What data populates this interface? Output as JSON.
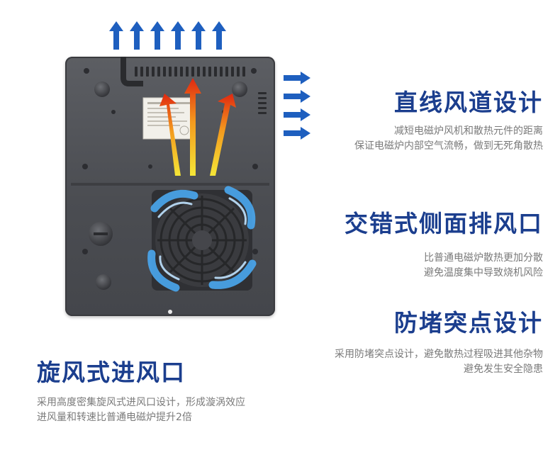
{
  "features": [
    {
      "title": "直线风道设计",
      "lines": [
        "减短电磁炉风机和散热元件的距离",
        "保证电磁炉内部空气流畅，做到无死角散热"
      ]
    },
    {
      "title": "交错式侧面排风口",
      "lines": [
        "比普通电磁炉散热更加分散",
        "避免温度集中导致烧机风险"
      ]
    },
    {
      "title": "防堵突点设计",
      "lines": [
        "采用防堵突点设计，避免散热过程吸进其他杂物",
        "避免发生安全隐患"
      ]
    },
    {
      "title": "旋风式进风口",
      "lines": [
        "采用高度密集旋风式进风口设计，形成漩涡效应",
        "进风量和转速比普通电磁炉提升2倍"
      ]
    }
  ],
  "colors": {
    "title": "#1b3e8e",
    "body_text": "#7a7a7a",
    "arrow_blue": "#1e5fbf",
    "device_body": "#4b4d52",
    "heat_arrow_top": "#e02810",
    "heat_arrow_bottom": "#f5e637",
    "airflow": "#4aa8f0"
  },
  "icons": {
    "exhaust_up": "arrow-up-icon",
    "exhaust_side": "arrow-right-icon",
    "heat_flow": "heat-flow-arrow-icon",
    "fan": "cooling-fan-icon"
  }
}
